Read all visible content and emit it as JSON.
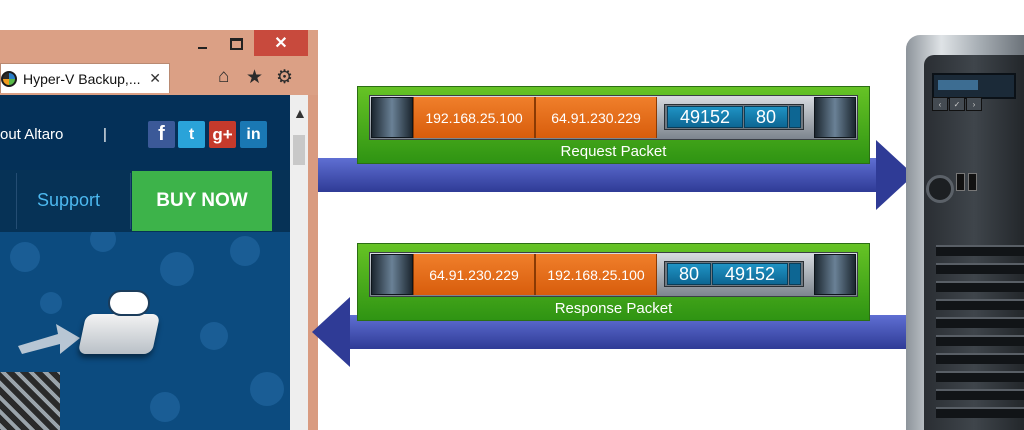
{
  "browser": {
    "window_controls": {
      "minimize": "_",
      "maximize": "□",
      "close": "✕"
    },
    "tab": {
      "title": "Hyper-V Backup,...",
      "close": "✕"
    },
    "toolbar_icons": [
      "home-icon",
      "star-icon",
      "gear-icon"
    ],
    "site": {
      "about_link": "out Altaro",
      "separator": "|",
      "social": {
        "facebook": "f",
        "twitter": "t",
        "googleplus": "g+",
        "linkedin": "in"
      },
      "support_link": "Support",
      "buy_button": "BUY NOW"
    }
  },
  "request_packet": {
    "source_ip": "192.168.25.100",
    "dest_ip": "64.91.230.229",
    "source_port": "49152",
    "dest_port": "80",
    "label": "Request Packet"
  },
  "response_packet": {
    "source_ip": "64.91.230.229",
    "dest_ip": "192.168.25.100",
    "source_port": "80",
    "dest_port": "49152",
    "label": "Response Packet"
  },
  "colors": {
    "packet_green": "#4aab1c",
    "ip_orange": "#e46d1a",
    "port_blue": "#1680b2",
    "arrow_blue": "#3b48b0",
    "buy_green": "#3db34a",
    "close_red": "#c84a3d"
  }
}
